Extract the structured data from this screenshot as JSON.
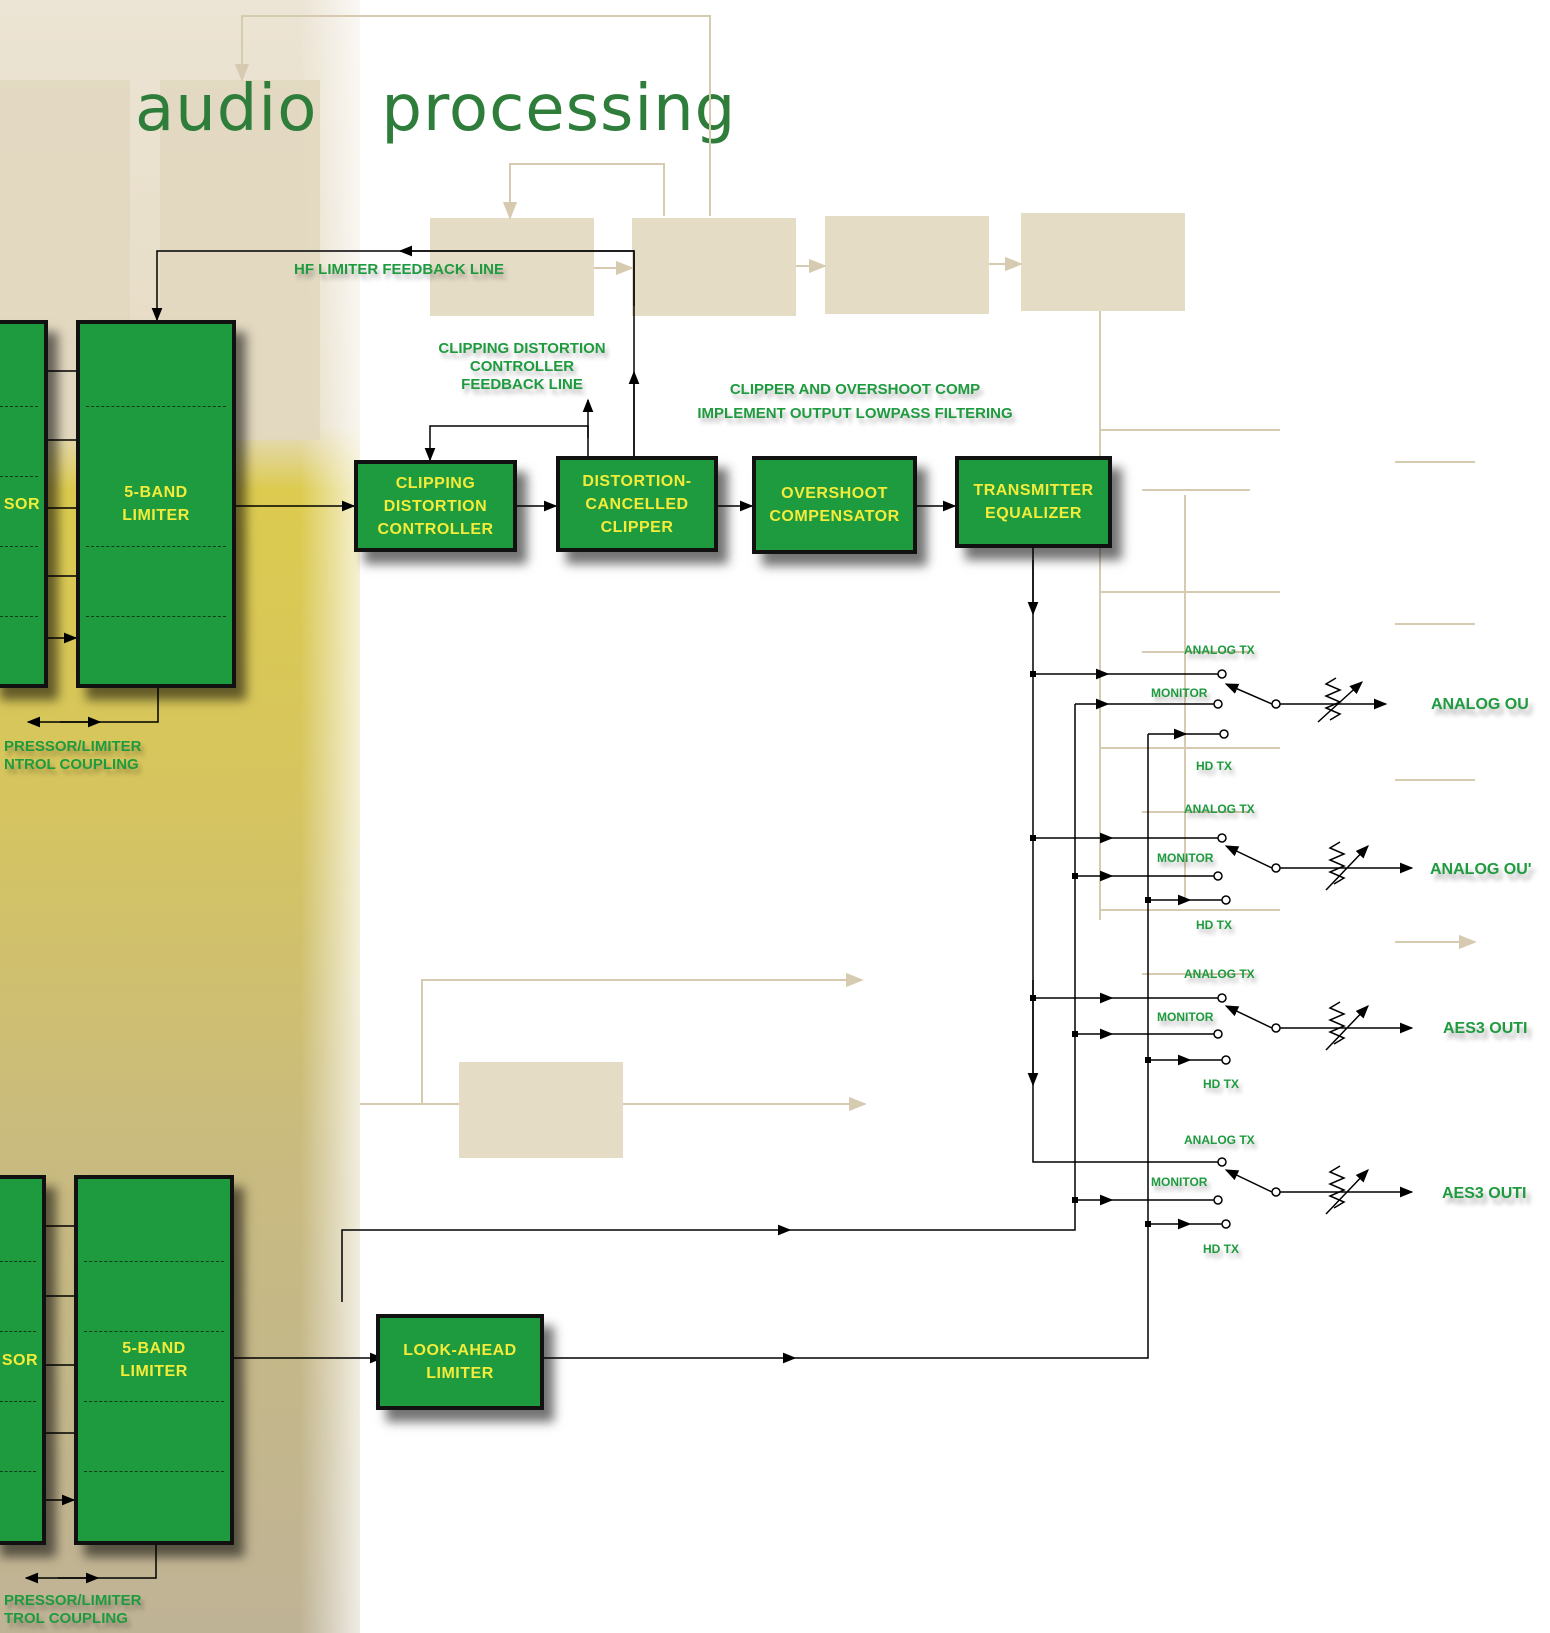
{
  "title": "audio   processing",
  "blocks": {
    "limiter_5band_top": "5-BAND\nLIMITER",
    "compressor_top_partial": "SOR",
    "clipping_distortion_controller": "CLIPPING\nDISTORTION\nCONTROLLER",
    "distortion_cancelled_clipper": "DISTORTION-\nCANCELLED\nCLIPPER",
    "overshoot_compensator": "OVERSHOOT\nCOMPENSATOR",
    "transmitter_equalizer": "TRANSMITTER\nEQUALIZER",
    "limiter_5band_bottom": "5-BAND\nLIMITER",
    "compressor_bottom_partial": "SOR",
    "look_ahead_limiter": "LOOK-AHEAD\nLIMITER"
  },
  "labels": {
    "hf_feedback": "HF LIMITER FEEDBACK LINE",
    "clipping_feedback": "CLIPPING DISTORTION\nCONTROLLER\nFEEDBACK LINE",
    "clipper_overshoot": "CLIPPER AND OVERSHOOT COMP\nIMPLEMENT OUTPUT LOWPASS FILTERING",
    "coupling_top": "PRESSOR/LIMITER\nNTROL COUPLING",
    "coupling_bottom": "PRESSOR/LIMITER\nTROL COUPLING"
  },
  "switch_groups": [
    {
      "analog_tx": "ANALOG TX",
      "monitor": "MONITOR",
      "hd_tx": "HD TX",
      "output": "ANALOG OU"
    },
    {
      "analog_tx": "ANALOG TX",
      "monitor": "MONITOR",
      "hd_tx": "HD TX",
      "output": "ANALOG OU'"
    },
    {
      "analog_tx": "ANALOG TX",
      "monitor": "MONITOR",
      "hd_tx": "HD TX",
      "output": "AES3 OUTI"
    },
    {
      "analog_tx": "ANALOG TX",
      "monitor": "MONITOR",
      "hd_tx": "HD TX",
      "output": "AES3 OUTI"
    }
  ],
  "colors": {
    "block_fill": "#1f9b3f",
    "block_text": "#f3ec3a",
    "label_green": "#1f9b3f",
    "title_green": "#2e7d3a",
    "ghost_tan": "#e2d8c0"
  }
}
